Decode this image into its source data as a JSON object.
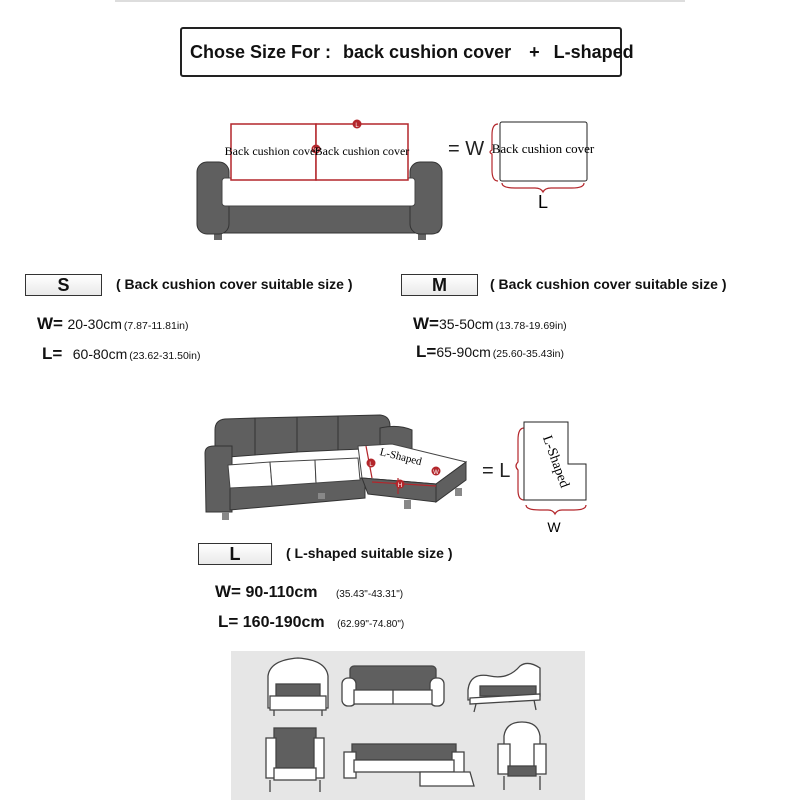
{
  "header": {
    "prefix": "Chose Size For :",
    "item1": "back cushion cover",
    "plus": "+",
    "item2": "L-shaped"
  },
  "diagram_back": {
    "cushion_label_left": "Back cushion cover",
    "cushion_label_right": "Back cushion cover",
    "marker_w": "W",
    "marker_l": "L",
    "equals": "= W",
    "detail_label": "Back cushion cover",
    "detail_l": "L"
  },
  "size_s": {
    "badge": "S",
    "note": "( Back cushion cover suitable size )",
    "w_label": "W=",
    "w_value": "20-30cm",
    "w_inch": "(7.87-11.81in)",
    "l_label": "L=",
    "l_value": "60-80cm",
    "l_inch": "(23.62-31.50in)"
  },
  "size_m": {
    "badge": "M",
    "note": "( Back cushion cover suitable size )",
    "w_label": "W=",
    "w_value": "35-50cm",
    "w_inch": "(13.78-19.69in)",
    "l_label": "L=",
    "l_value": "65-90cm",
    "l_inch": "(25.60-35.43in)"
  },
  "diagram_l": {
    "tag": "L-Shaped",
    "marker_l": "L",
    "marker_w": "W",
    "marker_h": "H",
    "equals": "= L",
    "detail_label": "L-Shaped",
    "detail_w": "W"
  },
  "size_l": {
    "badge": "L",
    "note": "( L-shaped suitable size )",
    "w_label": "W=",
    "w_value": "90-110cm",
    "w_inch": "(35.43\"-43.31\")",
    "l_label": "L=",
    "l_value": "160-190cm",
    "l_inch": "(62.99\"-74.80\")"
  },
  "colors": {
    "sofa_gray": "#5f5f5f",
    "accent_red": "#b3262b",
    "panel_bg": "#e6e6e6"
  }
}
